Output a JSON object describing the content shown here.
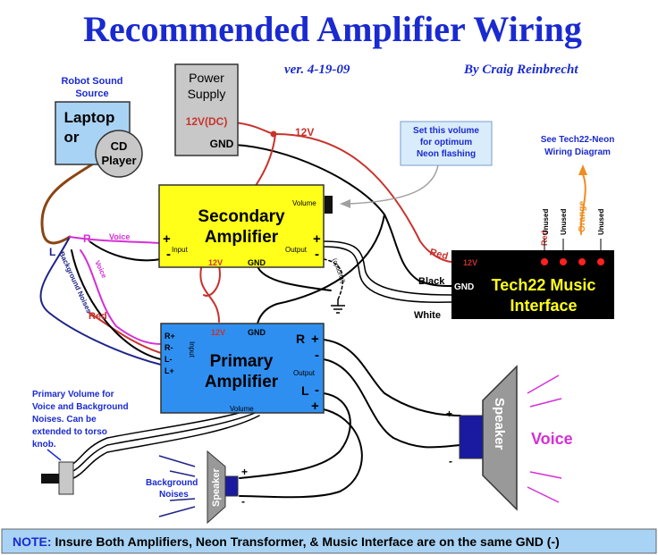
{
  "title": "Recommended Amplifier Wiring",
  "version": "ver. 4-19-09",
  "author": "By Craig Reinbrecht",
  "robot_sound_source": {
    "line1": "Robot Sound",
    "line2": "Source"
  },
  "laptop": {
    "line1": "Laptop",
    "line2": "or"
  },
  "cd_player": {
    "line1": "CD",
    "line2": "Player"
  },
  "power_supply": {
    "line1": "Power",
    "line2": "Supply",
    "v12": "12V(DC)",
    "gnd": "GND"
  },
  "wire_12v_top": "12V",
  "set_volume_note": {
    "line1": "Set this volume",
    "line2": "for optimum",
    "line3": "Neon flashing"
  },
  "tech22_note": {
    "line1": "See Tech22-Neon",
    "line2": "Wiring Diagram"
  },
  "secondary_amp": {
    "line1": "Secondary",
    "line2": "Amplifier",
    "volume": "Volume",
    "input": "Input",
    "output": "Output",
    "v12": "12V",
    "gnd": "GND",
    "plus": "+",
    "minus": "-",
    "optional": "(optional)"
  },
  "primary_amp": {
    "line1": "Primary",
    "line2": "Amplifier",
    "v12": "12V",
    "gnd": "GND",
    "r_plus": "R+",
    "r_minus": "R-",
    "l_minus": "L-",
    "l_plus": "L+",
    "input": "Input",
    "output": "Output",
    "volume": "Volume",
    "r": "R",
    "l": "L",
    "plus": "+",
    "minus": "-"
  },
  "tech22": {
    "line1": "Tech22 Music",
    "line2": "Interface",
    "v12": "12V",
    "gnd": "GND",
    "pins": [
      "Red",
      "Unused",
      "Unused",
      "Orange",
      "Unused"
    ]
  },
  "wire_labels": {
    "red_upper": "Red",
    "black": "Black",
    "white": "White",
    "red_left": "Red",
    "l": "L",
    "r": "R",
    "voice": "Voice",
    "voice_diag": "Voice",
    "background_noises": "Background Noises"
  },
  "primary_volume_note": {
    "line1": "Primary Volume for",
    "line2": "Voice and Background",
    "line3": "Noises. Can be",
    "line4": "extended to torso",
    "line5": "knob."
  },
  "small_speaker": {
    "label": "Speaker",
    "caption_line1": "Background",
    "caption_line2": "Noises",
    "plus": "+",
    "minus": "-"
  },
  "big_speaker": {
    "label": "Speaker",
    "caption": "Voice",
    "plus": "+",
    "minus": "-"
  },
  "note": {
    "prefix": "NOTE:",
    "text": " Insure Both Amplifiers,  Neon Transformer, &  Music Interface are on the same GND (-)"
  },
  "colors": {
    "title_blue": "#1a2ad0",
    "wire_red": "#c8322d",
    "wire_magenta": "#d52fd6",
    "wire_navy": "#1e2488",
    "wire_brown": "#8b4513",
    "amp_yellow": "#ffff1a",
    "amp_blue": "#2f8ff0",
    "laptop_blue": "#a9d3f4",
    "psu_gray": "#c8c8c8",
    "led_red": "#ff2020",
    "orange": "#ef8c1e",
    "voice_magenta": "#d52fd6"
  }
}
